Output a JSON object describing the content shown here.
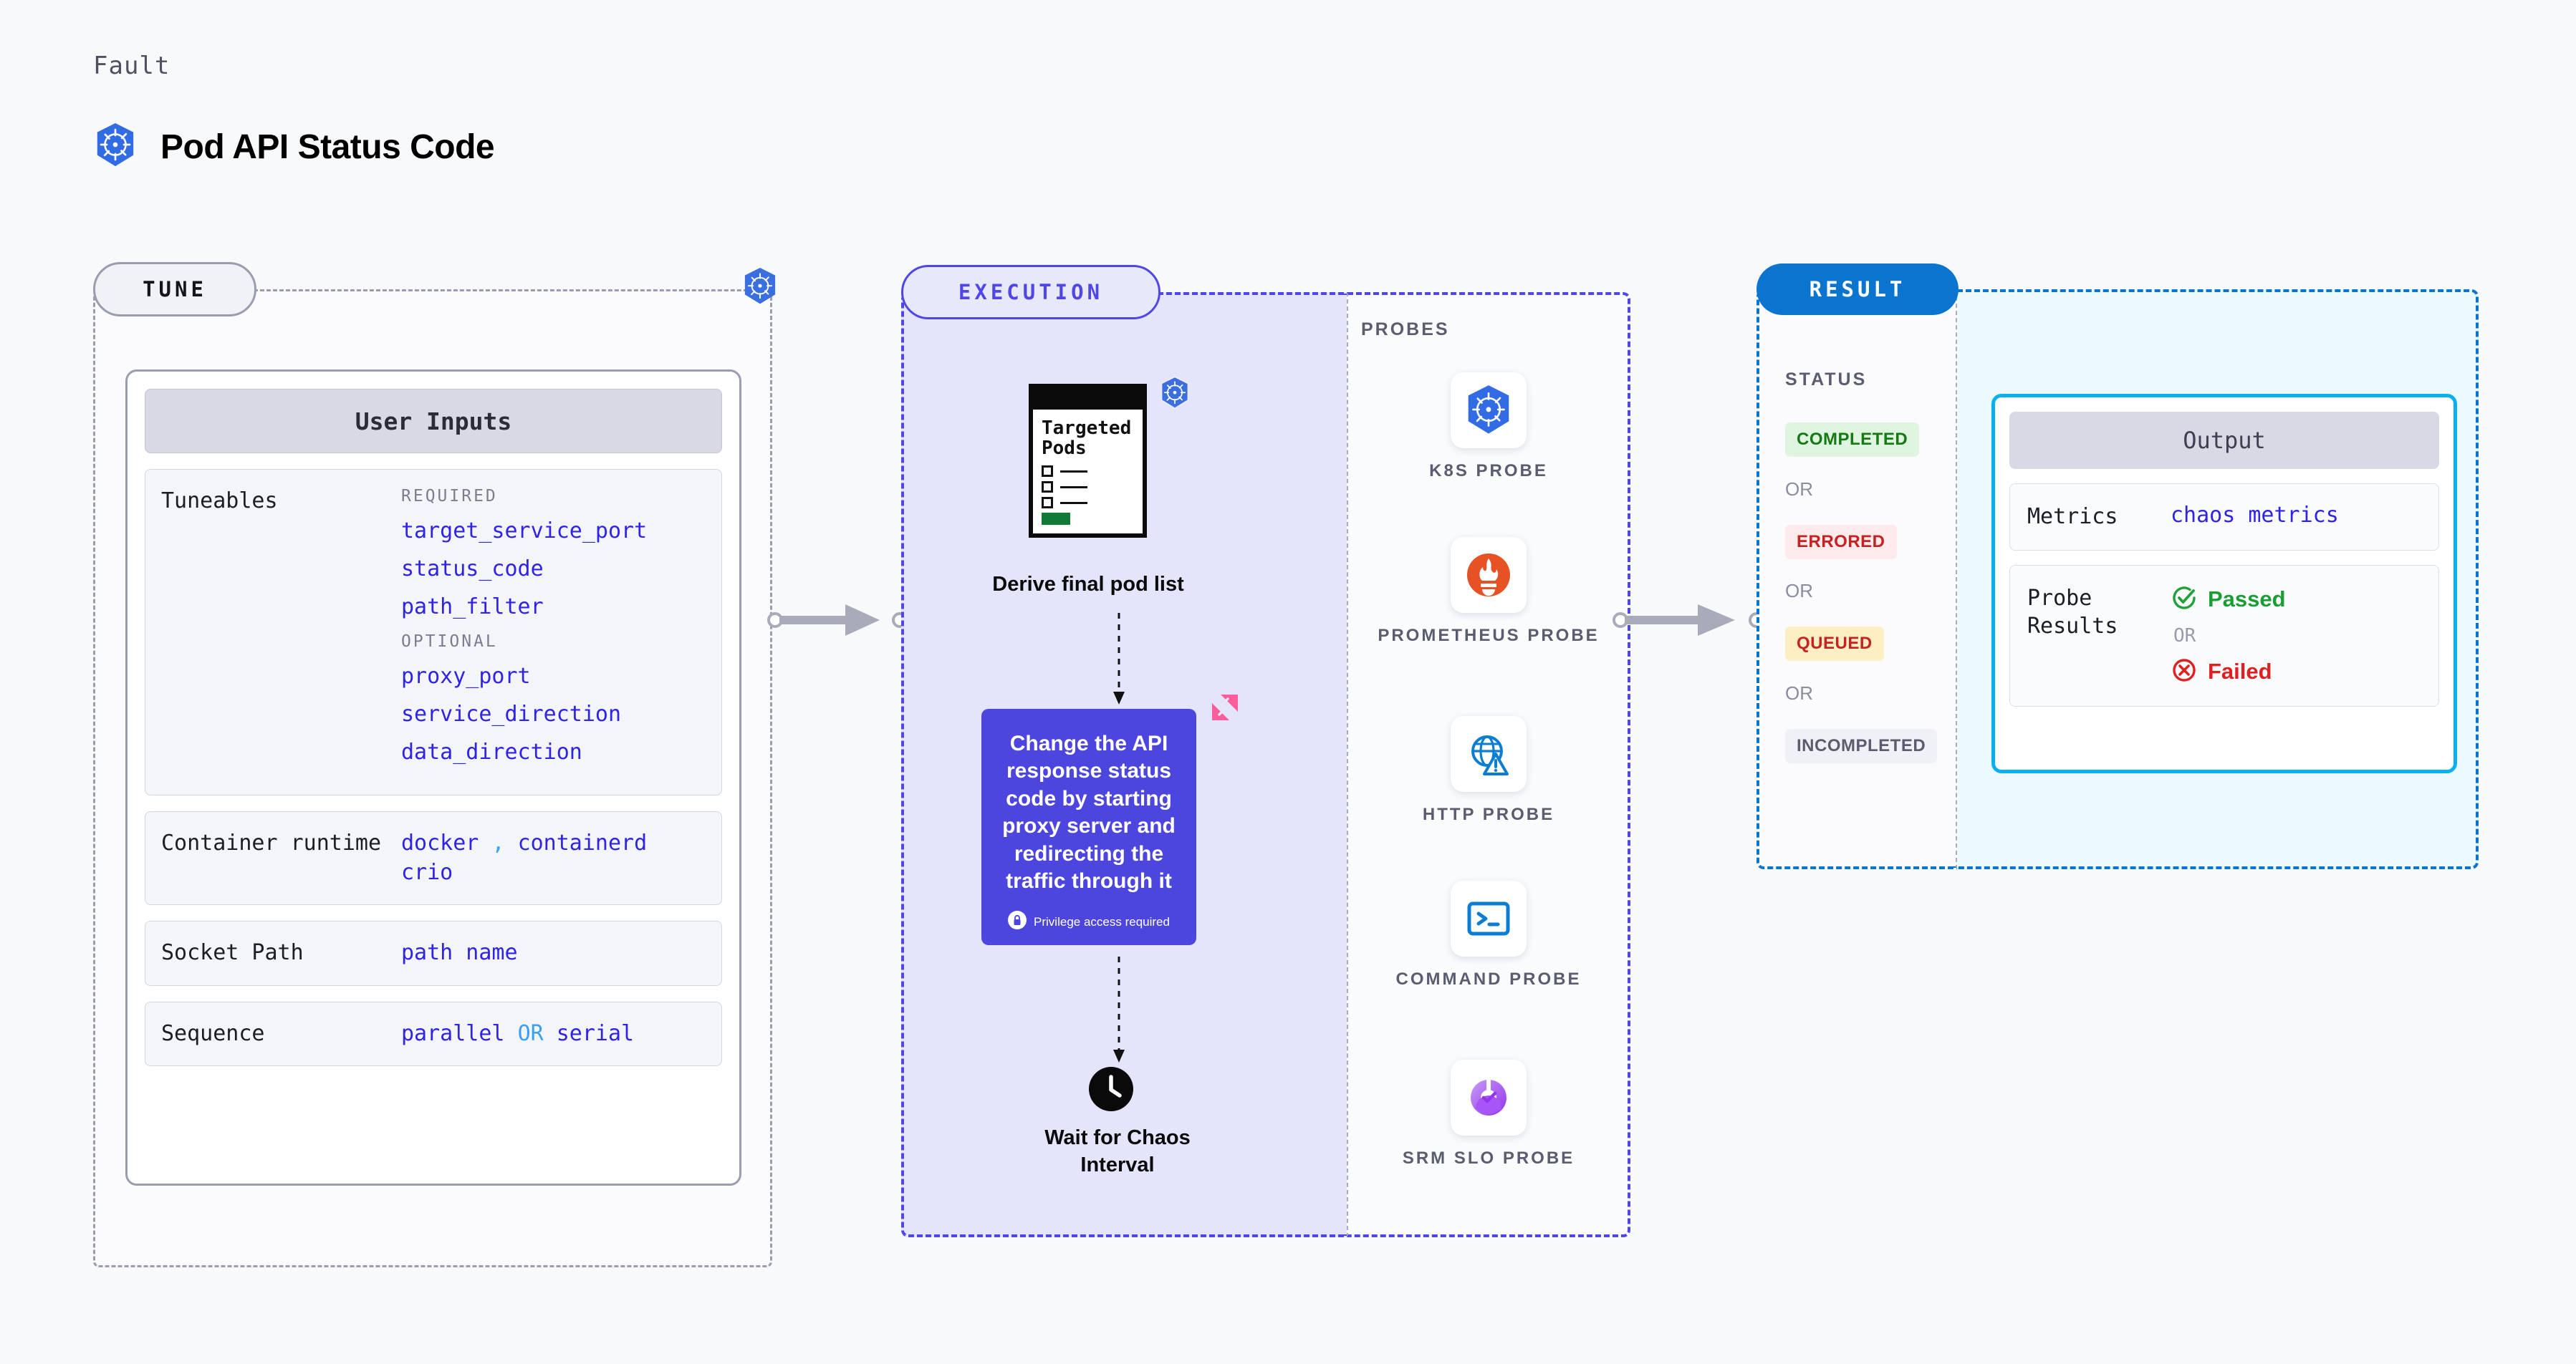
{
  "header": {
    "kicker": "Fault",
    "title": "Pod API Status Code",
    "logo_icon": "kubernetes-icon"
  },
  "stages": {
    "tune": "TUNE",
    "execution": "EXECUTION",
    "result": "RESULT"
  },
  "tune": {
    "card_title": "User Inputs",
    "tuneables": {
      "label": "Tuneables",
      "required_label": "REQUIRED",
      "required": [
        "target_service_port",
        "status_code",
        "path_filter"
      ],
      "optional_label": "OPTIONAL",
      "optional": [
        "proxy_port",
        "service_direction",
        "data_direction"
      ]
    },
    "rows": [
      {
        "label": "Container runtime",
        "values": [
          "docker",
          "containerd",
          "crio"
        ],
        "separator": ","
      },
      {
        "label": "Socket Path",
        "values": [
          "path name"
        ]
      },
      {
        "label": "Sequence",
        "values": [
          "parallel",
          "serial"
        ],
        "or": "OR"
      }
    ]
  },
  "execution": {
    "pods_card": {
      "title_line1": "Targeted",
      "title_line2": "Pods",
      "badge_icon": "kubernetes-icon"
    },
    "derive_label": "Derive final pod list",
    "action": {
      "text": "Change the API response status code by starting proxy server and redirecting the traffic through it",
      "privilege_note": "Privilege access required",
      "privilege_icon": "lock-icon",
      "corner_icon": "harness-fault-icon",
      "color": "#4c45de"
    },
    "wait": {
      "icon": "clock-icon",
      "label_line1": "Wait for Chaos",
      "label_line2": "Interval"
    }
  },
  "probes": {
    "title": "PROBES",
    "items": [
      {
        "label": "K8S PROBE",
        "icon": "kubernetes-icon"
      },
      {
        "label": "PROMETHEUS PROBE",
        "icon": "prometheus-icon"
      },
      {
        "label": "HTTP PROBE",
        "icon": "http-globe-warning-icon"
      },
      {
        "label": "COMMAND PROBE",
        "icon": "terminal-icon"
      },
      {
        "label": "SRM SLO PROBE",
        "icon": "srm-slo-icon"
      }
    ]
  },
  "result": {
    "status_title": "STATUS",
    "or_label": "OR",
    "badges": [
      {
        "label": "COMPLETED",
        "bg": "#dff5df",
        "fg": "#157a16"
      },
      {
        "label": "ERRORED",
        "bg": "#fdeaea",
        "fg": "#c62222"
      },
      {
        "label": "QUEUED",
        "bg": "#fdeec3",
        "fg": "#c62222"
      },
      {
        "label": "INCOMPLETED",
        "bg": "#f0f1f6",
        "fg": "#5a5c70"
      }
    ],
    "output": {
      "title": "Output",
      "metrics_label": "Metrics",
      "metrics_value": "chaos metrics",
      "probe_results_label": "Probe Results",
      "passed": "Passed",
      "failed": "Failed",
      "or_label": "OR",
      "passed_icon": "check-circle-icon",
      "failed_icon": "x-circle-icon"
    }
  }
}
